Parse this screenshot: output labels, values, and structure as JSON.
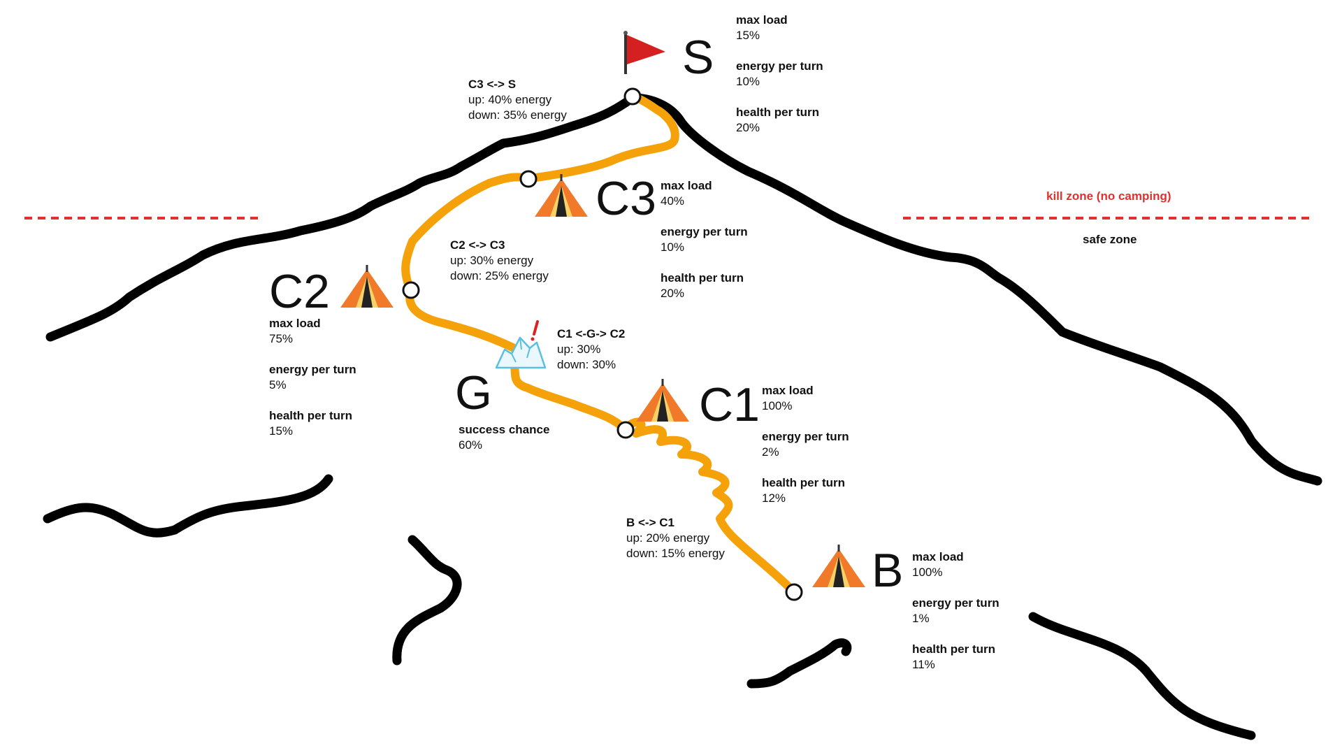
{
  "camps": {
    "S": {
      "name": "S",
      "stats": [
        {
          "label": "max load",
          "value": "15%"
        },
        {
          "label": "energy per turn",
          "value": "10%"
        },
        {
          "label": "health per turn",
          "value": "20%"
        }
      ]
    },
    "C3": {
      "name": "C3",
      "stats": [
        {
          "label": "max load",
          "value": "40%"
        },
        {
          "label": "energy per turn",
          "value": "10%"
        },
        {
          "label": "health per turn",
          "value": "20%"
        }
      ]
    },
    "C2": {
      "name": "C2",
      "stats": [
        {
          "label": "max load",
          "value": "75%"
        },
        {
          "label": "energy per turn",
          "value": "5%"
        },
        {
          "label": "health per turn",
          "value": "15%"
        }
      ]
    },
    "G": {
      "name": "G",
      "stats": [
        {
          "label": "success chance",
          "value": "60%"
        }
      ]
    },
    "C1": {
      "name": "C1",
      "stats": [
        {
          "label": "max load",
          "value": "100%"
        },
        {
          "label": "energy per turn",
          "value": "2%"
        },
        {
          "label": "health per turn",
          "value": "12%"
        }
      ]
    },
    "B": {
      "name": "B",
      "stats": [
        {
          "label": "max load",
          "value": "100%"
        },
        {
          "label": "energy per turn",
          "value": "1%"
        },
        {
          "label": "health per turn",
          "value": "11%"
        }
      ]
    }
  },
  "routes": {
    "C3_S": {
      "title": "C3 <-> S",
      "lines": [
        "up: 40% energy",
        "down: 35% energy"
      ]
    },
    "C2_C3": {
      "title": "C2 <-> C3",
      "lines": [
        "up: 30% energy",
        "down: 25% energy"
      ]
    },
    "C1_G_C2": {
      "title": "C1 <-G-> C2",
      "lines": [
        "up: 30%",
        "down: 30%"
      ]
    },
    "B_C1": {
      "title": "B <-> C1",
      "lines": [
        "up: 20% energy",
        "down: 15% energy"
      ]
    }
  },
  "zones": {
    "kill": "kill zone (no camping)",
    "safe": "safe zone"
  },
  "colors": {
    "route": "#f5a10a",
    "mountain": "#000000",
    "kill_line": "#e03030",
    "tent_body": "#f07a2a",
    "flag": "#d42020",
    "glacier": "#5bbfe0"
  },
  "icons": {
    "summit": "flag-icon",
    "camp": "tent-icon",
    "hazard": "glacier-icon",
    "warning": "exclamation-icon"
  }
}
